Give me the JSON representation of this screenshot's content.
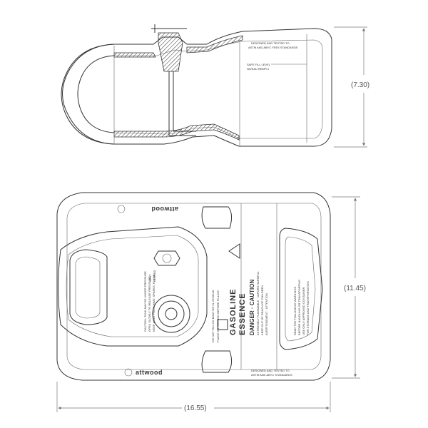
{
  "dimensions": {
    "height_side": "(7.30)",
    "height_top": "(11.45)",
    "length": "(16.55)"
  },
  "side_view": {
    "cert_note_1": "DESIGNED AND TESTED TO",
    "cert_note_2": "ASTM AND ABYC FEES STANDARDS",
    "fill_line_1": "SAFE FILL LEVEL",
    "fill_line_2": "NIVEAU REMPLI"
  },
  "top_view": {
    "brand_top": "attwood",
    "brand_bottom": "attwood",
    "product_label_1": "GASOLINE",
    "product_label_2": "ESSENCE",
    "danger_label": "DANGER · CAUTION",
    "tank_caution_1": "CAUTION: TANK MAY BE UNDER PRESSURE.",
    "tank_caution_2": "OPEN SLOWLY TO RELEASE PRESSURE.",
    "tank_caution_3": "KEEP AWAY FROM HEAT, SPARKS, FLAME.",
    "vent_note_1": "VENT",
    "vent_note_2": "CLOSED",
    "fill_warning_1": "DO NOT FILL ON BOAT OR IN VEHICLE",
    "fill_warning_2": "PLACE ON GROUND BEFORE FILLING",
    "fill_warning_3": "EXTREMELY FLAMMABLE · VAPORS HARMFUL",
    "fill_warning_4": "KEEP OUT OF REACH OF CHILDREN",
    "fill_warning_5": "AVERTISSEMENT · ATTENTION",
    "usage_note_1": "READ THE FOLLOWING WARNINGS",
    "usage_note_2": "BEFORE HANDLING OR TRANSPORTING",
    "usage_note_3": "USE ONLY APPROVED CONTAINER",
    "usage_note_4": "FOR STORAGE AND TRANSPORTATION",
    "cert_bottom_1": "DESIGNED AND TESTED TO",
    "cert_bottom_2": "ASTM AND ABYC STANDARDS"
  }
}
